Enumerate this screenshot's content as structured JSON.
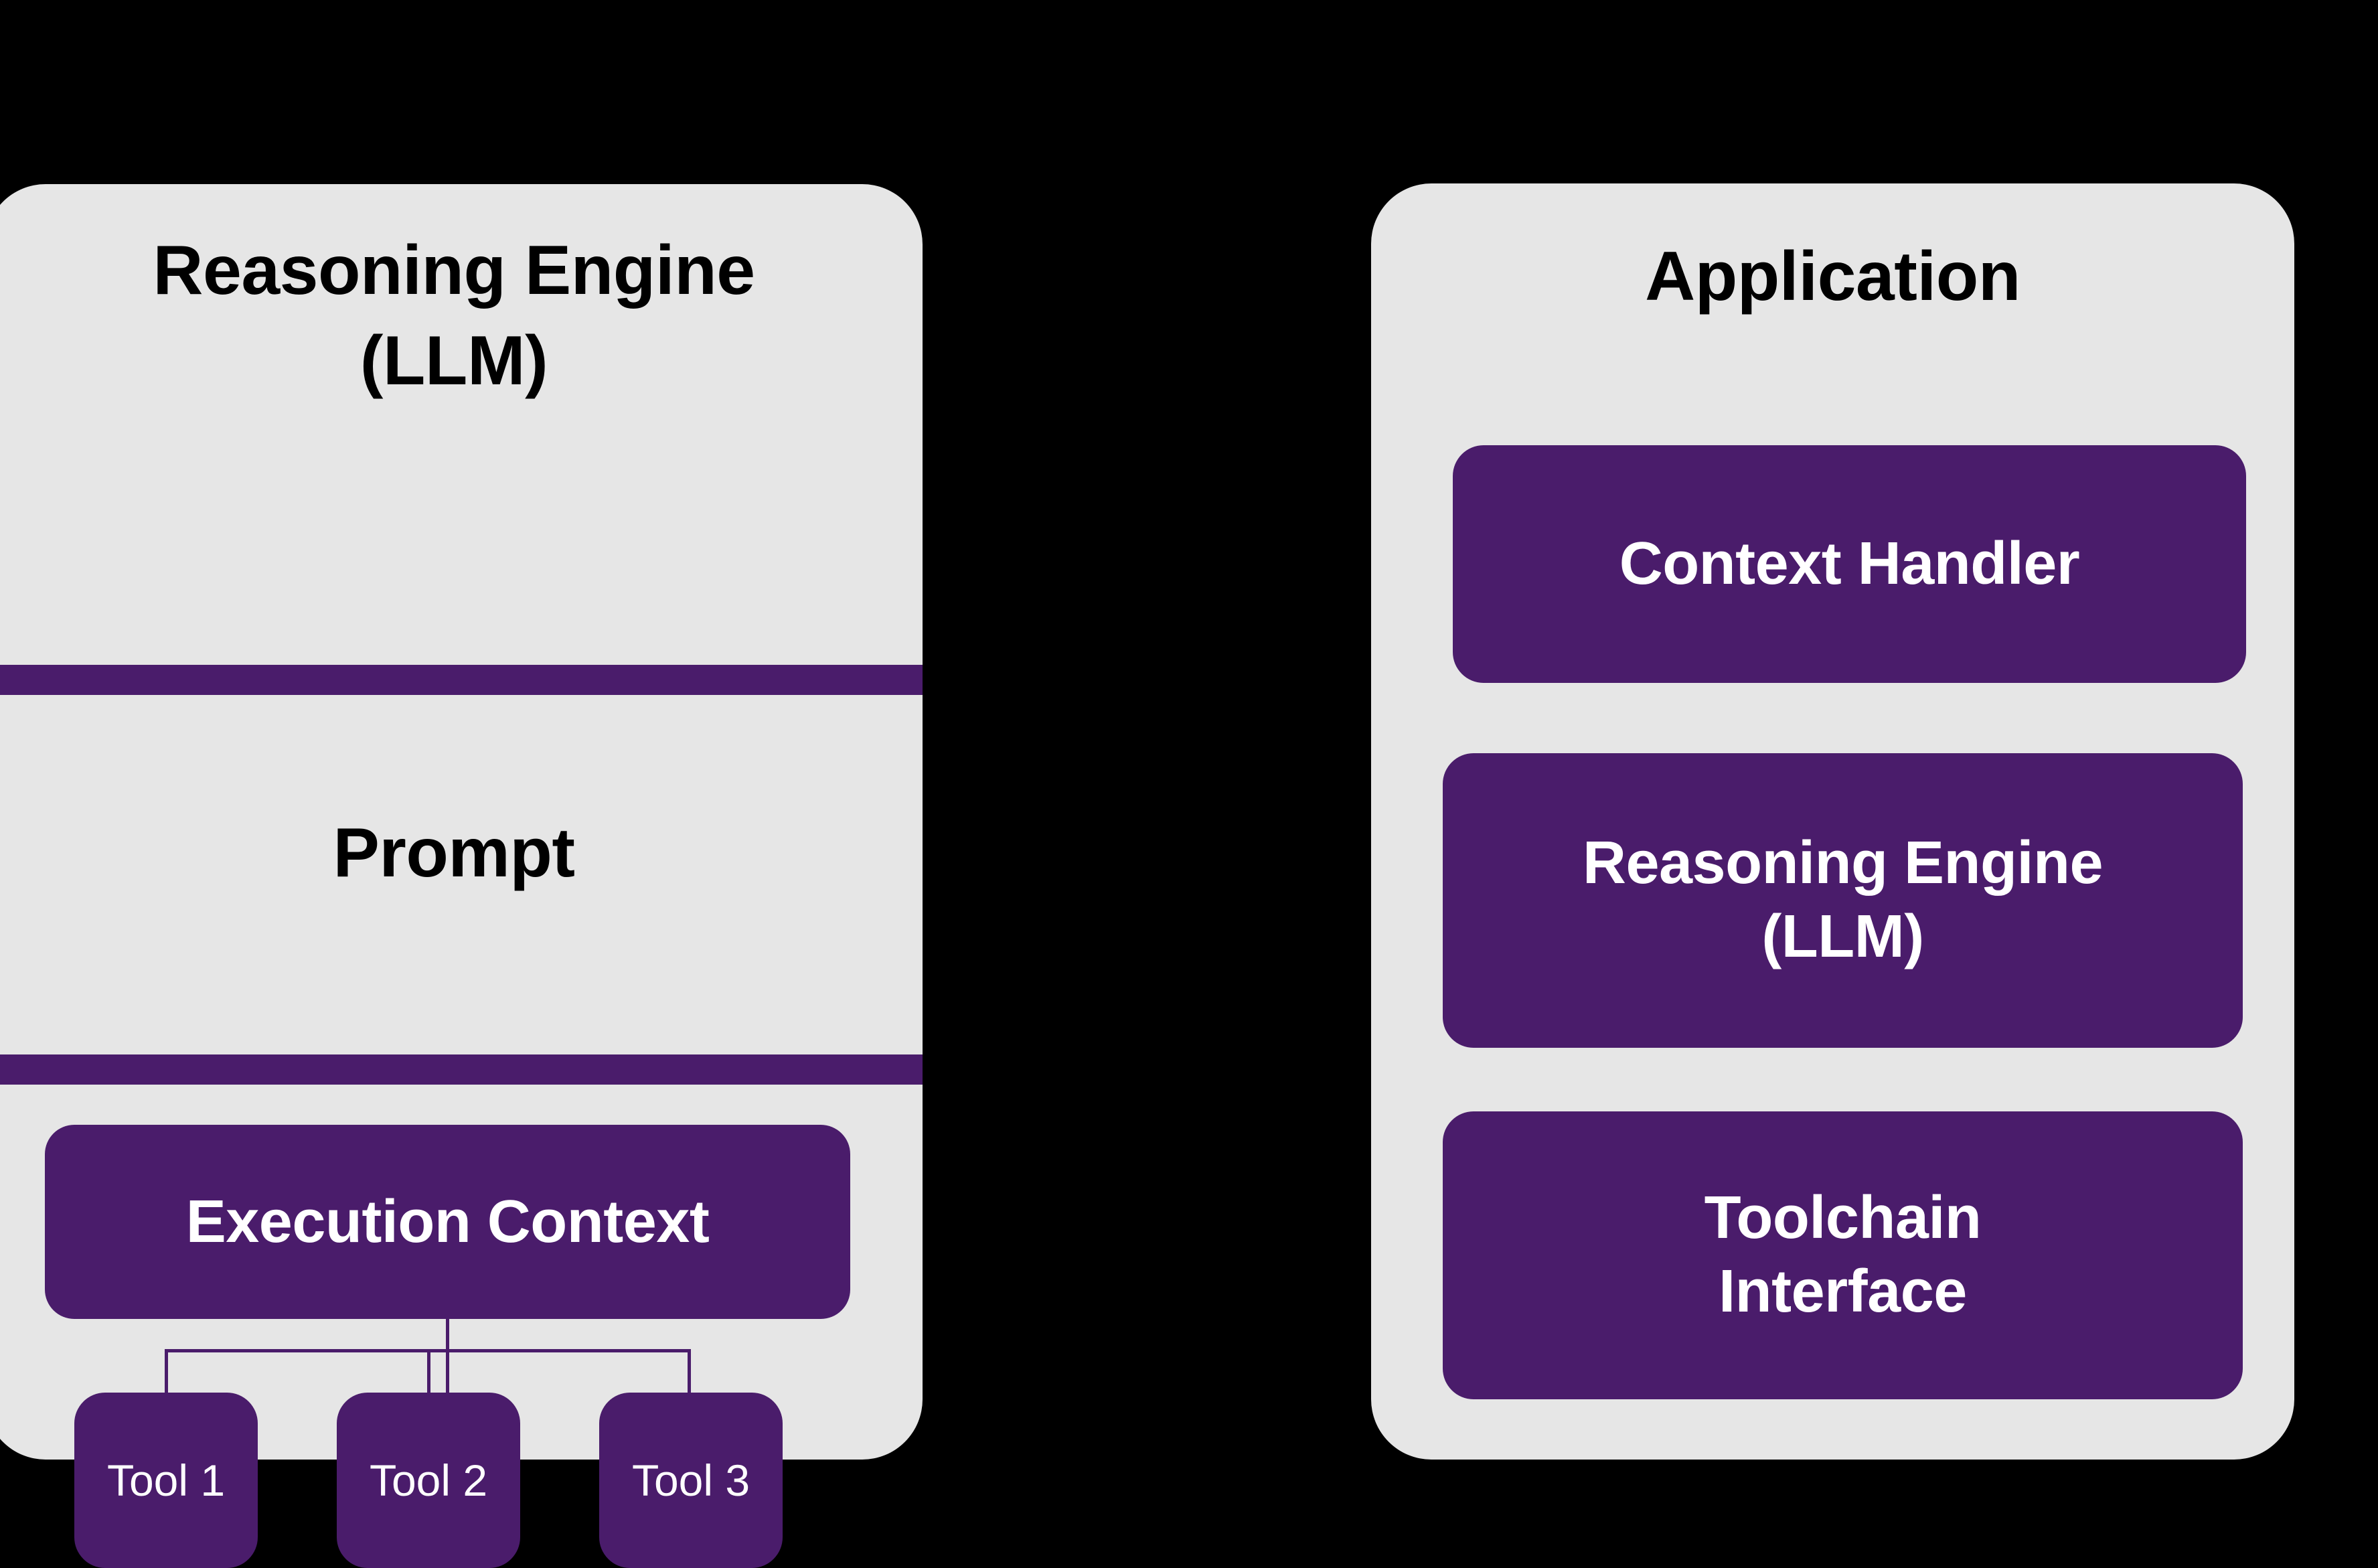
{
  "canvas": {
    "background_color": "#000000",
    "panel_color": "#E6E6E6",
    "accent_color": "#4A1C6B",
    "block_text_color": "#FFFFFF",
    "heading_text_color": "#000000"
  },
  "left_panel": {
    "title_line1": "Reasoning Engine",
    "title_line2": "(LLM)",
    "prompt_label": "Prompt",
    "execution_context_label": "Execution Context",
    "tools": [
      {
        "label": "Tool 1"
      },
      {
        "label": "Tool 2"
      },
      {
        "label": "Tool 3"
      }
    ]
  },
  "right_panel": {
    "title": "Application",
    "blocks": [
      {
        "label": "Context Handler"
      },
      {
        "label_line1": "Reasoning Engine",
        "label_line2": "(LLM)"
      },
      {
        "label_line1": "Toolchain",
        "label_line2": "Interface"
      }
    ]
  }
}
